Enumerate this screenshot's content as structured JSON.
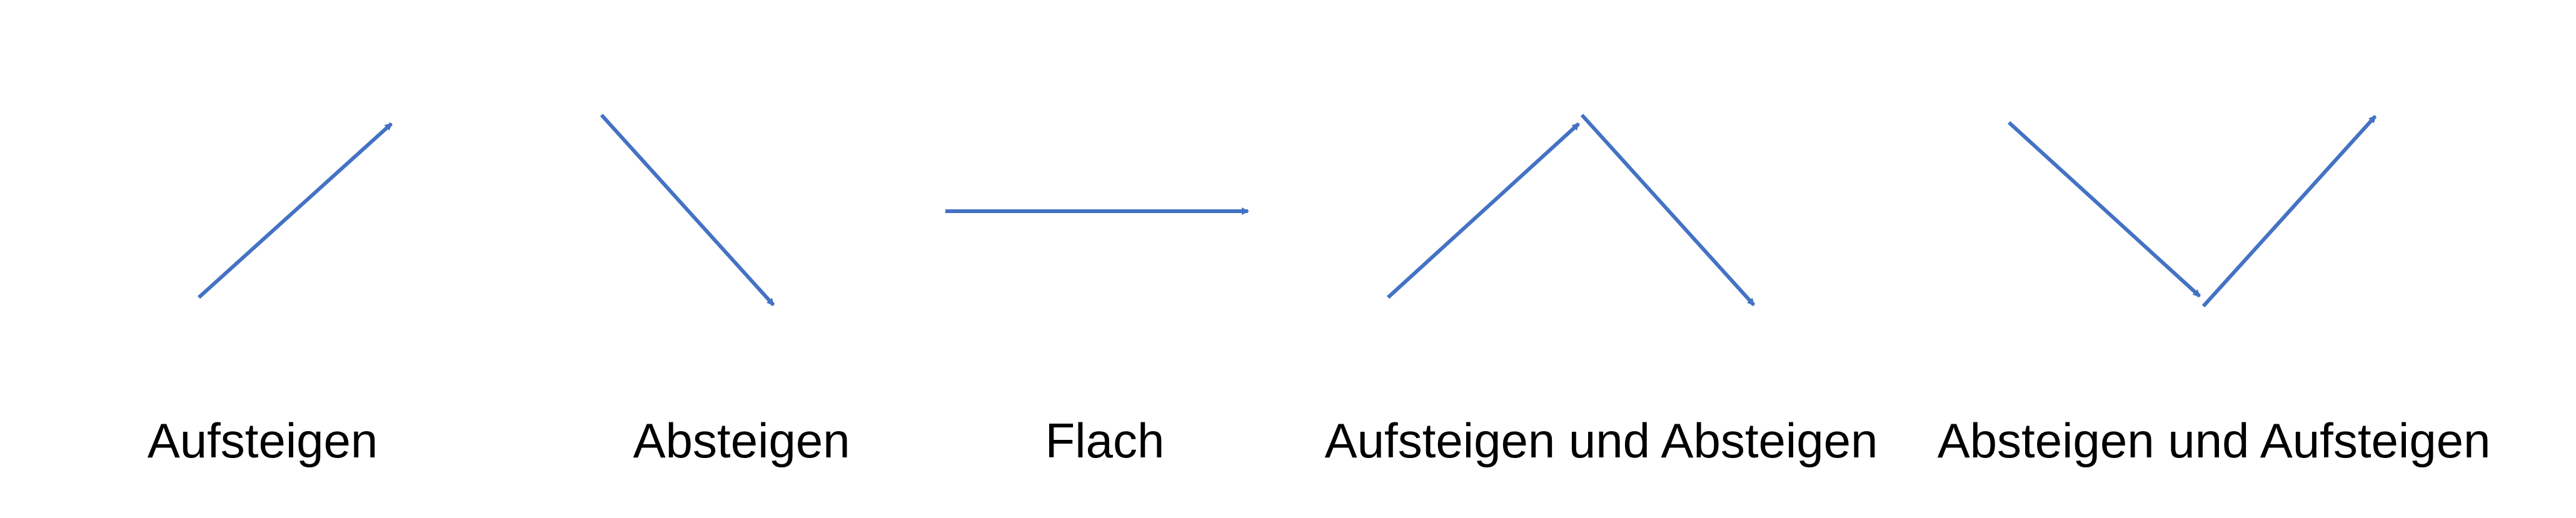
{
  "colors": {
    "arrow": "#4472C4",
    "text": "#000000",
    "background": "#FFFFFF"
  },
  "panels": [
    {
      "id": "aufsteigen",
      "label": "Aufsteigen",
      "shape": "rising-arrow"
    },
    {
      "id": "absteigen",
      "label": "Absteigen",
      "shape": "falling-arrow"
    },
    {
      "id": "flach",
      "label": "Flach",
      "shape": "flat-arrow"
    },
    {
      "id": "aufsteigen-und-absteigen",
      "label": "Aufsteigen und Absteigen",
      "shape": "rise-then-fall-arrows"
    },
    {
      "id": "absteigen-und-aufsteigen",
      "label": "Absteigen und Aufsteigen",
      "shape": "fall-then-rise-arrows"
    }
  ]
}
